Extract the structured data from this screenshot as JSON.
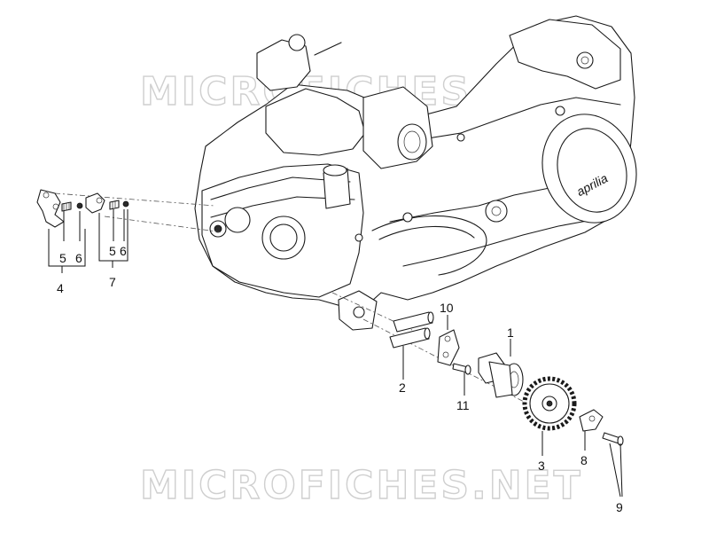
{
  "watermark": {
    "top": "MICROFICHES.NET",
    "bottom": "MICROFICHES.NET"
  },
  "engine": {
    "brand_badge": "aprilia"
  },
  "callouts": {
    "c1": "1",
    "c2": "2",
    "c3": "3",
    "c4": "4",
    "c5a": "5",
    "c6a": "6",
    "c5b": "5",
    "c6b": "6",
    "c7": "7",
    "c8": "8",
    "c9": "9",
    "c10": "10",
    "c11": "11"
  }
}
